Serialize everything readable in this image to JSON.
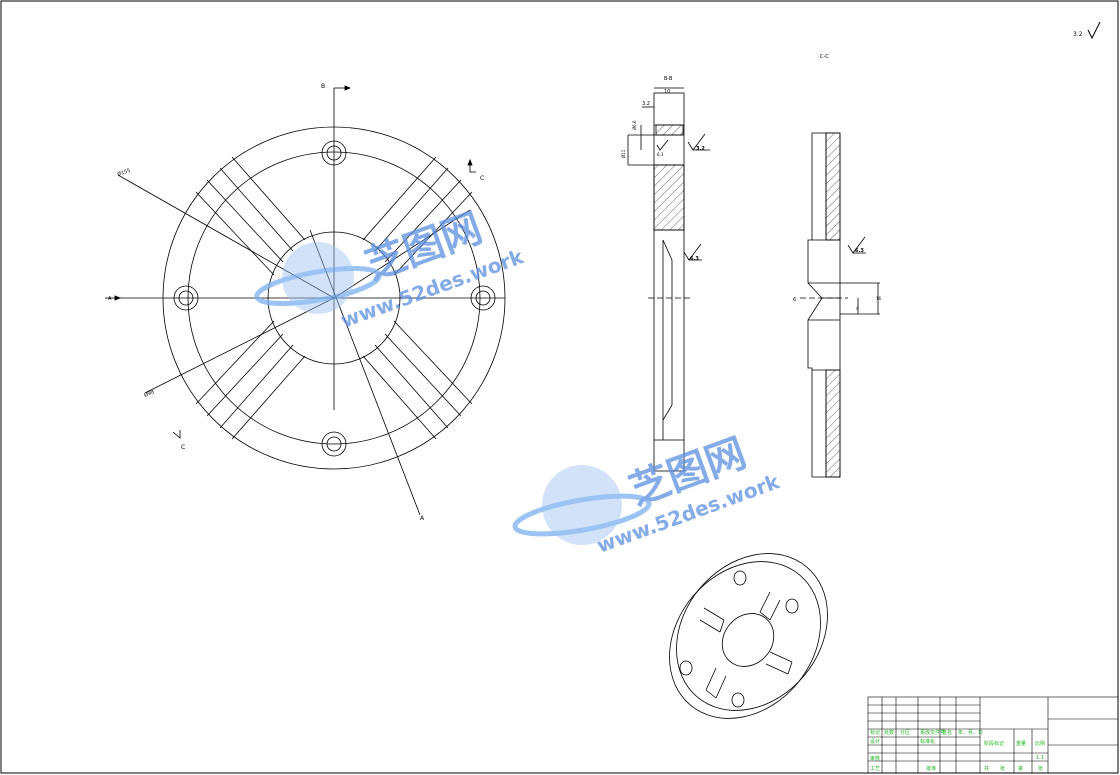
{
  "labels": {
    "roughness_default": "3.2",
    "section_b_title": "B-B",
    "section_c_title": "C-C",
    "view_b_marker": "B",
    "view_c_marker_top": "C",
    "view_c_marker_bottom": "C",
    "view_a_marker": "A",
    "view_a_marker_low": "A",
    "dia_outer": "Ø155",
    "dia_inner": "Ø98",
    "dim_top_width": "10",
    "dim_step": "3.2",
    "dim_hole_top": "Ø6.6",
    "dim_hole_side": "Ø11",
    "roughness_1": "3.2",
    "roughness_2": "6.3",
    "roughness_3": "6.3",
    "roughness_4": "6.3",
    "dim_slot_depth": "6",
    "dim_slot_h1": "4",
    "dim_slot_h2": "16"
  },
  "watermark": {
    "brand": "芝图网",
    "url": "www.52des.work"
  },
  "title_block": {
    "row_a": [
      "标记",
      "处数",
      "分区",
      "更改文件号",
      "签名",
      "年、月、日"
    ],
    "design": "设计",
    "standard": "标准化",
    "stage_mark": "阶段标记",
    "weight": "重量",
    "scale": "比例",
    "scale_value": "1:1",
    "check": "审核",
    "craft": "工艺",
    "approve": "批准",
    "sheet_total": "共",
    "sheet_word": "张",
    "sheet_no": "第",
    "sheet_word2": "张"
  }
}
